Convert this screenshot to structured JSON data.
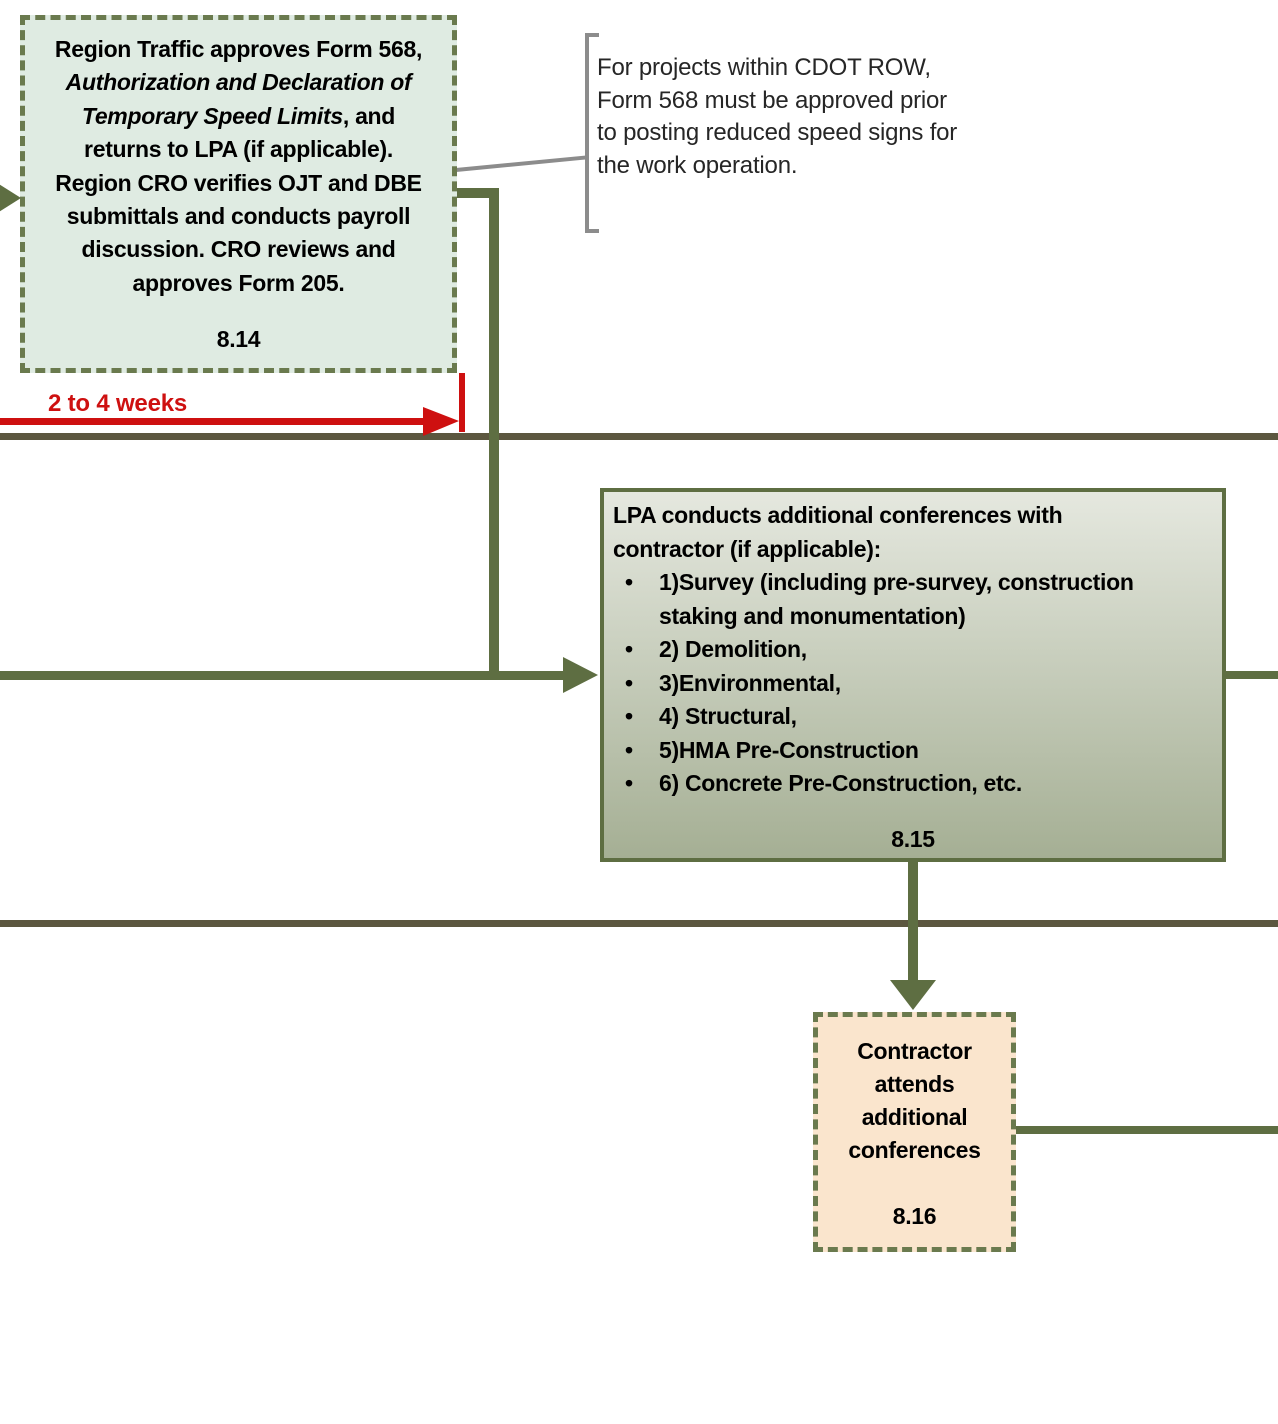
{
  "colors": {
    "olive": "#5E6E42",
    "dash": "#6A7A4E",
    "divider": "#5C573F",
    "gray": "#8C8C8C",
    "red": "#CE1010",
    "mint": "#DFEBE2",
    "peach": "#FAE5CD",
    "gradTop": "#E5E8DF",
    "gradBottom": "#A5AF94"
  },
  "box814": {
    "line1": "Region Traffic approves Form 568,",
    "line2_italic": "Authorization and Declaration of",
    "line3_italic": "Temporary Speed Limits",
    "line3_rest": ", and",
    "line4": "returns to LPA (if applicable).",
    "line5": "Region CRO verifies OJT and DBE",
    "line6": "submittals and conducts payroll",
    "line7": "discussion. CRO reviews and",
    "line8": "approves Form 205.",
    "ref": "8.14"
  },
  "callout": {
    "text": "For projects within CDOT ROW,\nForm 568 must be approved prior\nto posting reduced speed signs for\nthe work operation."
  },
  "timeline": {
    "label": "2 to 4 weeks"
  },
  "box815": {
    "intro": "LPA conducts additional conferences with\ncontractor (if applicable):",
    "items": [
      "1)Survey (including pre-survey, construction\nstaking and monumentation)",
      "2) Demolition,",
      "3)Environmental,",
      "4) Structural,",
      "5)HMA Pre-Construction",
      "6) Concrete Pre-Construction, etc."
    ],
    "ref": "8.15"
  },
  "box816": {
    "text": "Contractor\nattends\nadditional\nconferences",
    "ref": "8.16"
  }
}
